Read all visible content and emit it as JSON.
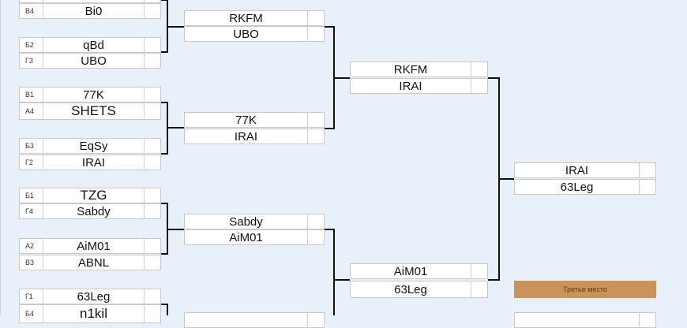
{
  "round1": [
    {
      "seed": "В4",
      "name": "Bi0"
    },
    {
      "seed": "Б2",
      "name": "qBd"
    },
    {
      "seed": "Г3",
      "name": "UBO"
    },
    {
      "seed": "В1",
      "name": "77K"
    },
    {
      "seed": "А4",
      "name": "SHETS"
    },
    {
      "seed": "Б3",
      "name": "EqSy"
    },
    {
      "seed": "Г2",
      "name": "IRAI"
    },
    {
      "seed": "Б1",
      "name": "TZG"
    },
    {
      "seed": "Г4",
      "name": "Sabdy"
    },
    {
      "seed": "А2",
      "name": "AiM01"
    },
    {
      "seed": "В3",
      "name": "ABNL"
    },
    {
      "seed": "Г1",
      "name": "63Leg"
    },
    {
      "seed": "Б4",
      "name": "n1kil"
    }
  ],
  "round2": [
    {
      "name": "RKFM"
    },
    {
      "name": "UBO"
    },
    {
      "name": "77K"
    },
    {
      "name": "IRAI"
    },
    {
      "name": "Sabdy"
    },
    {
      "name": "AiM01"
    }
  ],
  "semifinal": [
    {
      "name": "RKFM"
    },
    {
      "name": "IRAI"
    },
    {
      "name": "AiM01"
    },
    {
      "name": "63Leg"
    }
  ],
  "final": [
    {
      "name": "IRAI"
    },
    {
      "name": "63Leg"
    }
  ],
  "third_place_label": "Третье место"
}
